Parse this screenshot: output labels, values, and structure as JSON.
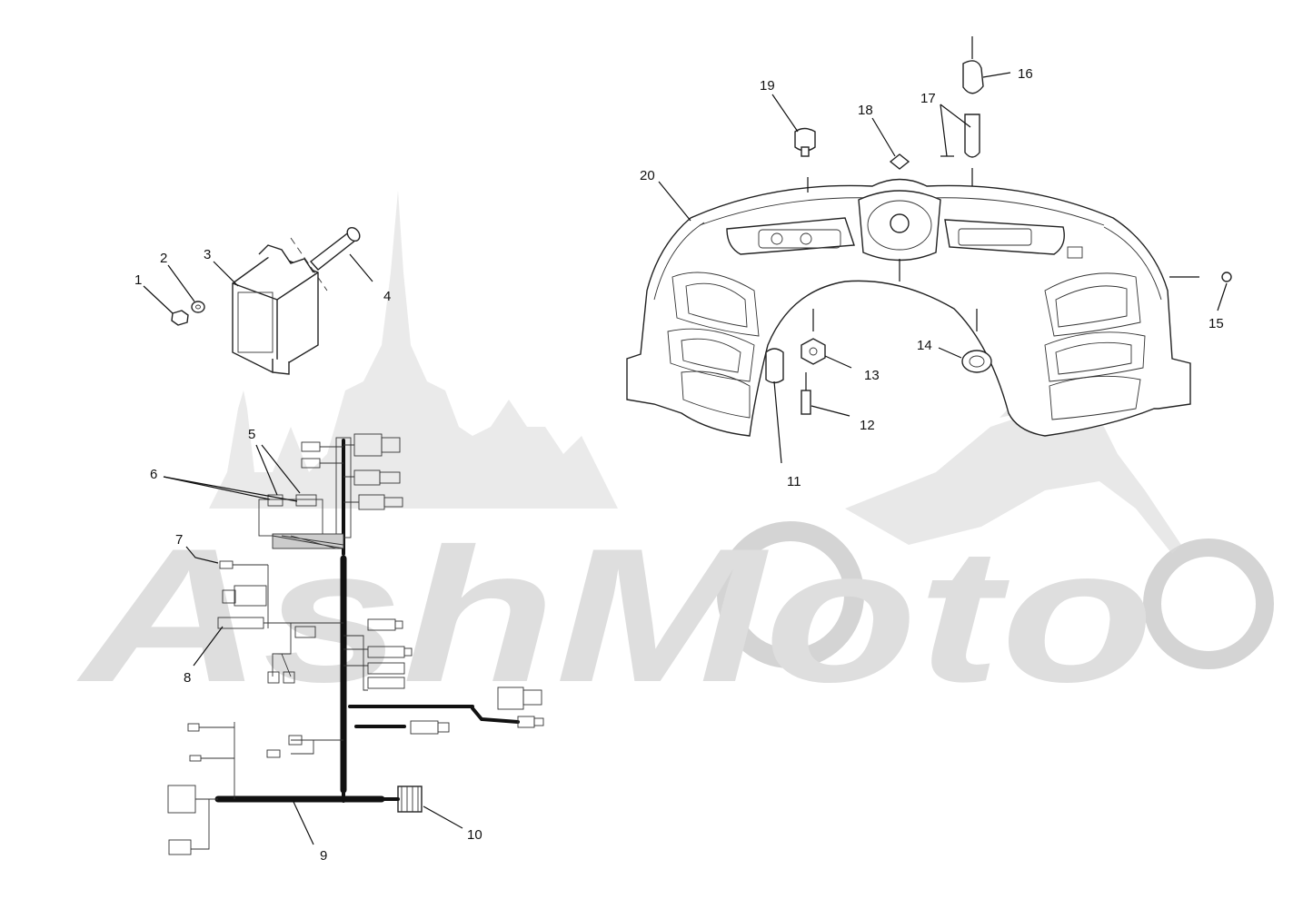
{
  "watermark": {
    "text": "AshMoto"
  },
  "callouts": [
    {
      "id": "1",
      "label": "1"
    },
    {
      "id": "2",
      "label": "2"
    },
    {
      "id": "3",
      "label": "3"
    },
    {
      "id": "4",
      "label": "4"
    },
    {
      "id": "5",
      "label": "5"
    },
    {
      "id": "6",
      "label": "6"
    },
    {
      "id": "7",
      "label": "7"
    },
    {
      "id": "8",
      "label": "8"
    },
    {
      "id": "9",
      "label": "9"
    },
    {
      "id": "10",
      "label": "10"
    },
    {
      "id": "11",
      "label": "11"
    },
    {
      "id": "12",
      "label": "12"
    },
    {
      "id": "13",
      "label": "13"
    },
    {
      "id": "14",
      "label": "14"
    },
    {
      "id": "15",
      "label": "15"
    },
    {
      "id": "16",
      "label": "16"
    },
    {
      "id": "17",
      "label": "17"
    },
    {
      "id": "18",
      "label": "18"
    },
    {
      "id": "19",
      "label": "19"
    },
    {
      "id": "20",
      "label": "20"
    }
  ]
}
